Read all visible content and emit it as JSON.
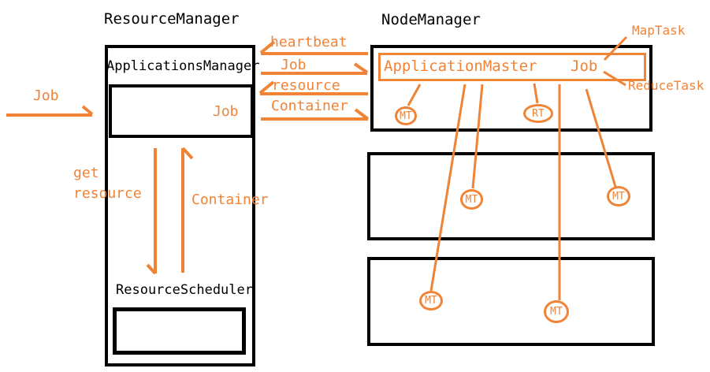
{
  "colors": {
    "accent": "#F08336",
    "ink": "#000000",
    "background": "#FFFFFF"
  },
  "resource_manager": {
    "title": "ResourceManager",
    "applications_manager_label": "ApplicationsManager",
    "job_box_label": "Job",
    "scheduler_label": "ResourceScheduler"
  },
  "node_manager": {
    "title": "NodeManager",
    "application_master_label": "ApplicationMaster",
    "job_label": "Job",
    "map_task_label": "MapTask",
    "reduce_task_label": "ReduceTask"
  },
  "flow_labels": {
    "client_job": "Job",
    "heartbeat": "heartbeat",
    "job_submit": "Job",
    "resource": "resource",
    "container": "Container",
    "get": "get",
    "get_resource": "resource",
    "container_up": "Container"
  },
  "tasks": [
    {
      "label": "MT"
    },
    {
      "label": "RT"
    },
    {
      "label": "MT"
    },
    {
      "label": "MT"
    },
    {
      "label": "MT"
    },
    {
      "label": "MT"
    }
  ]
}
